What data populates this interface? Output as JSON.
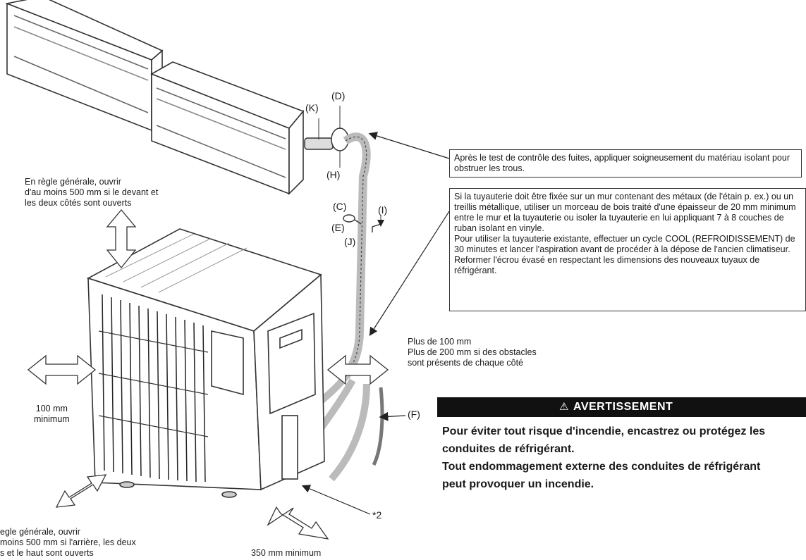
{
  "part_labels": {
    "K": "(K)",
    "D": "(D)",
    "H": "(H)",
    "C": "(C)",
    "I": "(I)",
    "E": "(E)",
    "J": "(J)",
    "F": "(F)",
    "star2": "*2"
  },
  "clearances": {
    "top_lines": [
      "En règle générale, ouvrir",
      "d'au moins 500 mm si le devant et",
      "les deux côtés sont ouverts"
    ],
    "left": [
      "100 mm",
      "minimum"
    ],
    "right_lines": [
      "Plus de 100 mm",
      "Plus de 200 mm si des obstacles",
      "sont présents de chaque côté"
    ],
    "bottom_left_lines": [
      "egle générale, ouvrir",
      "moins 500 mm si l'arrière, les deux",
      "s et le haut sont ouverts"
    ],
    "bottom": "350 mm minimum"
  },
  "notes": {
    "insulation": "Après le test de contrôle des fuites, appliquer soigneusement du matériau isolant pour obstruer les trous.",
    "metal_wall": "Si la tuyauterie doit être fixée sur un mur contenant des métaux (de l'étain p. ex.) ou un treillis métallique, utiliser un morceau de bois traité d'une épaisseur de 20 mm minimum entre le mur et la tuyauterie ou isoler la tuyauterie en lui appliquant 7 à 8 couches de ruban isolant en vinyle.",
    "existing_piping": "Pour utiliser la tuyauterie existante, effectuer un cycle COOL (REFROIDISSEMENT) de 30 minutes et lancer l'aspiration avant de procéder à la dépose de l'ancien climatiseur. Reformer l'écrou évasé en respectant les dimensions des nouveaux tuyaux de réfrigérant."
  },
  "warning": {
    "title": "AVERTISSEMENT",
    "icon": "warning-triangle-icon",
    "lines": [
      "Pour éviter tout risque d'incendie, encastrez ou protégez les",
      "conduites de réfrigérant.",
      "Tout endommagement externe des conduites de réfrigérant",
      "peut provoquer un incendie."
    ]
  }
}
